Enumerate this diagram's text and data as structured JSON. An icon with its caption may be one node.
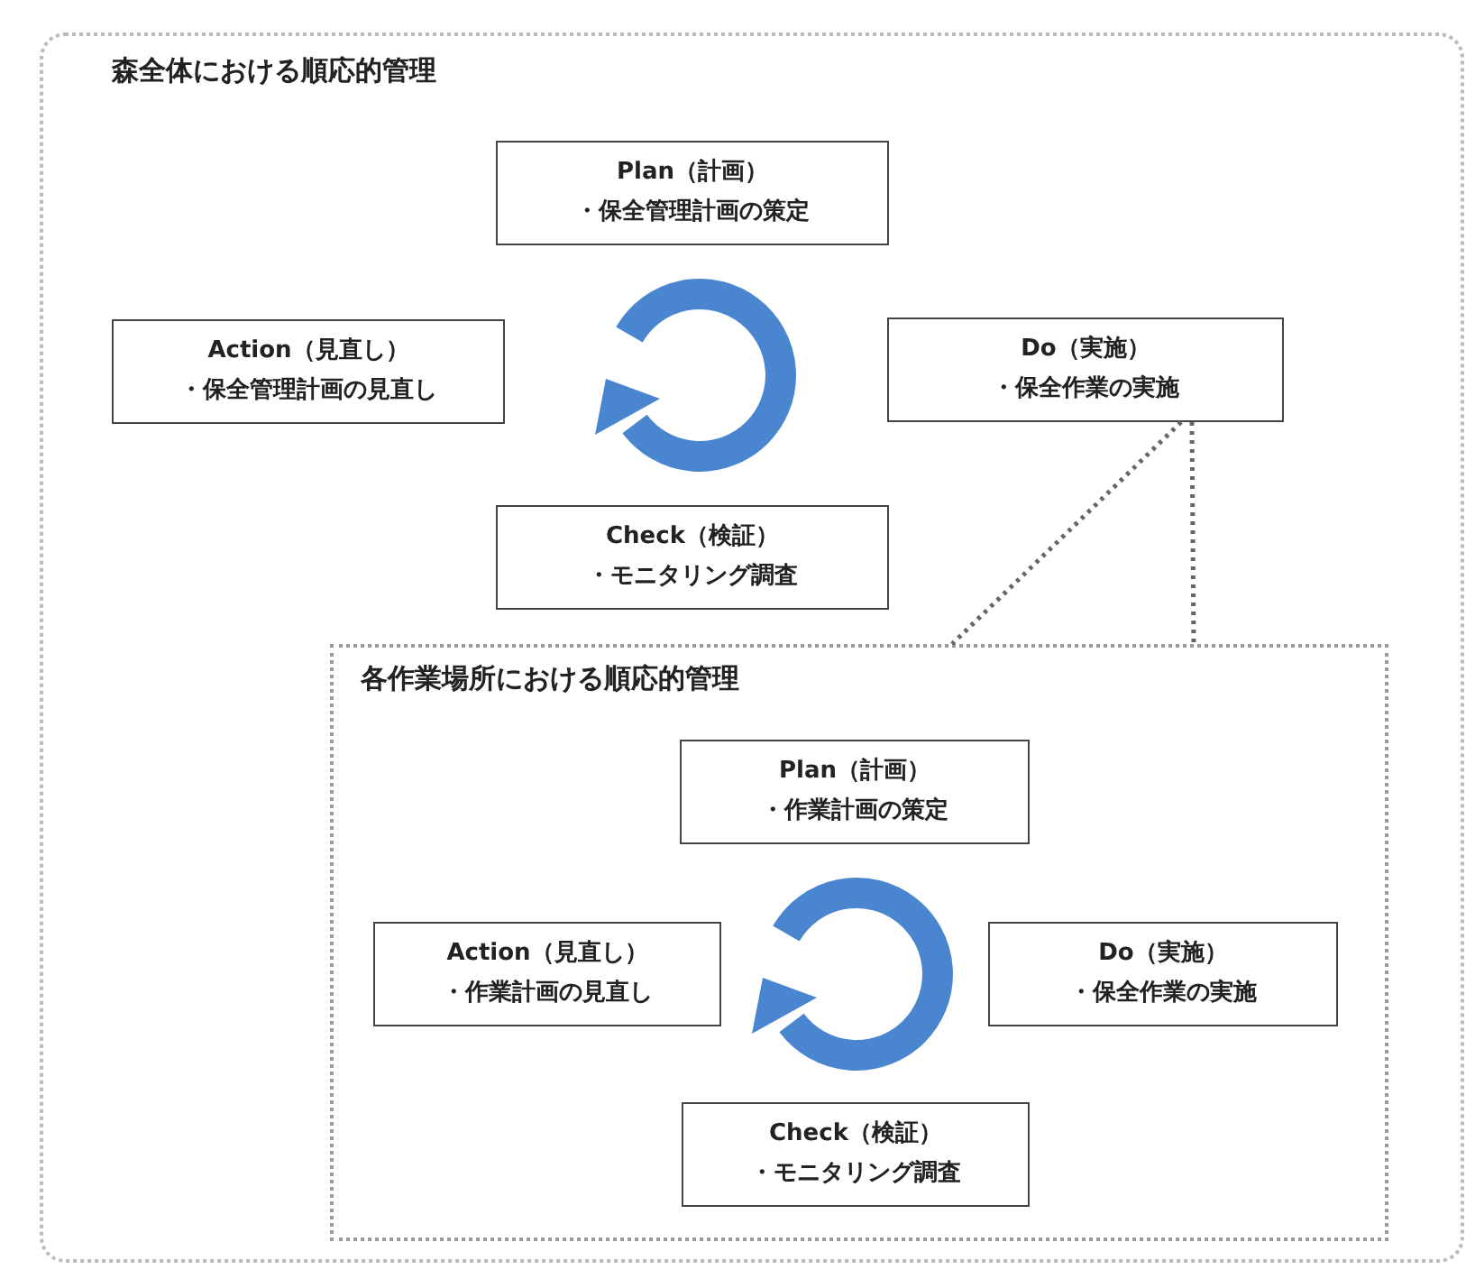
{
  "diagram": {
    "nodes": [
      {
        "text": [
          "森全体における順応的管理"
        ]
      },
      {
        "text": [
          "Plan（計画）",
          "・保全管理計画の策定"
        ],
        "in": 0
      },
      {
        "text": [
          "Action（見直し）",
          "・保全管理計画の見直し"
        ],
        "in": 0
      },
      {
        "text": [
          "Do（実施）",
          "・保全作業の実施"
        ],
        "in": 0
      },
      {
        "text": [
          "Check（検証）",
          "・モニタリング調査"
        ],
        "in": 0
      },
      {
        "text": [
          "各作業場所における順応的管理"
        ],
        "in": 0
      },
      {
        "text": [
          "Plan（計画）",
          "・作業計画の策定"
        ],
        "in": 5
      },
      {
        "text": [
          "Action（見直し）",
          "・作業計画の見直し"
        ],
        "in": 5
      },
      {
        "text": [
          "Do（実施）",
          "・保全作業の実施"
        ],
        "in": 5
      },
      {
        "text": [
          "Check（検証）",
          "・モニタリング調査"
        ],
        "in": 5
      }
    ],
    "edges": [
      {
        "from": 3,
        "to": 5,
        "arrow": "none",
        "style": "dashed"
      },
      {
        "from": 3,
        "to": 5,
        "arrow": "none",
        "style": "dashed"
      }
    ]
  }
}
